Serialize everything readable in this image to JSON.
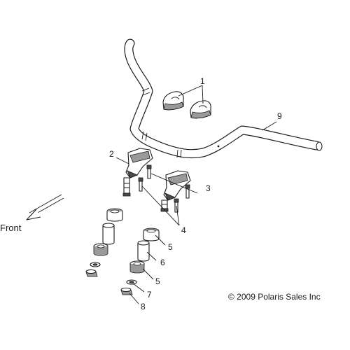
{
  "callouts": {
    "c1": "1",
    "c2": "2",
    "c3": "3",
    "c4": "4",
    "c5a": "5",
    "c5b": "5",
    "c6": "6",
    "c7": "7",
    "c8": "8",
    "c9": "9"
  },
  "direction_label": "Front",
  "copyright": "© 2009 Polaris Sales Inc"
}
